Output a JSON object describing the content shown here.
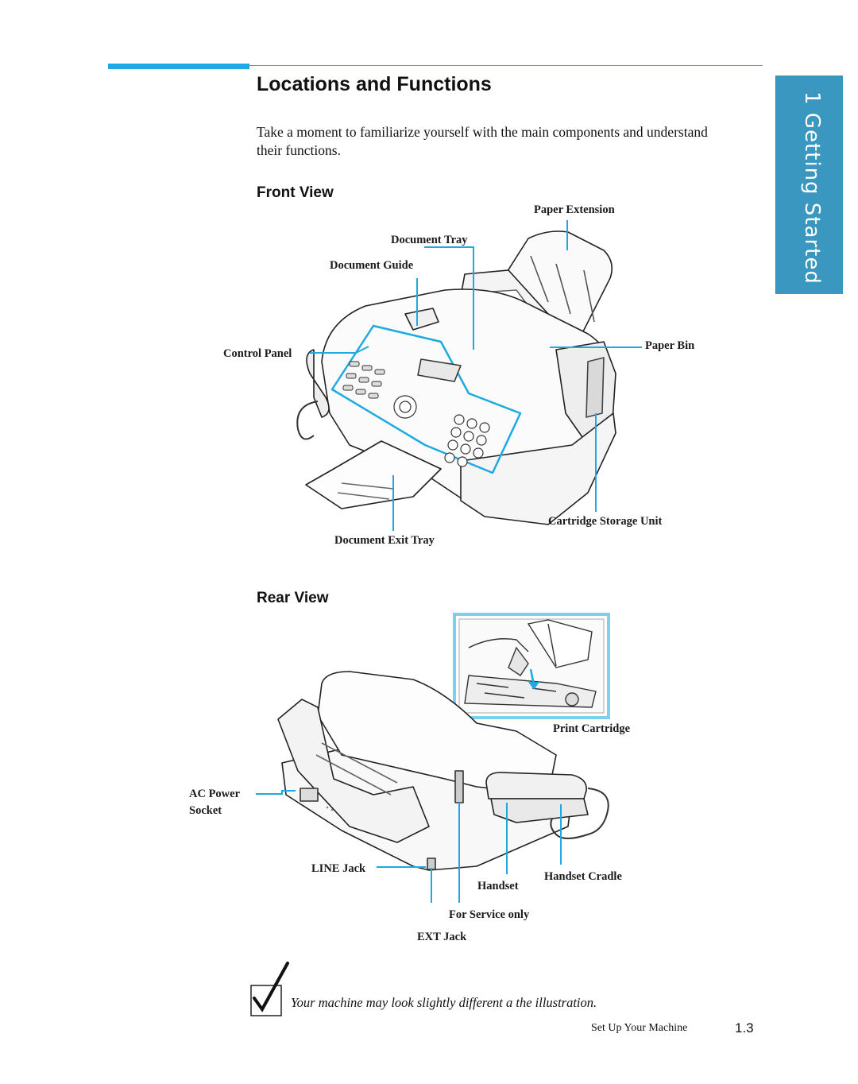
{
  "title": "Locations and Functions",
  "intro": "Take a moment to familiarize yourself with the main components and understand their functions.",
  "side_tab": "1 Getting Started",
  "front_view": {
    "heading": "Front View",
    "labels": {
      "paper_extension": "Paper Extension",
      "document_tray": "Document Tray",
      "document_guide": "Document Guide",
      "control_panel": "Control Panel",
      "paper_bin": "Paper Bin",
      "cartridge_storage_unit": "Cartridge Storage Unit",
      "document_exit_tray": "Document Exit Tray"
    }
  },
  "rear_view": {
    "heading": "Rear View",
    "labels": {
      "print_cartridge": "Print Cartridge",
      "ac_power": "AC Power",
      "socket": "Socket",
      "line_jack": "LINE Jack",
      "handset": "Handset",
      "handset_cradle": "Handset Cradle",
      "for_service_only": "For Service only",
      "ext_jack": "EXT Jack"
    }
  },
  "note": "Your machine may look slightly different a the illustration.",
  "footer": {
    "section": "Set Up Your Machine",
    "page": "1.3"
  },
  "colors": {
    "accent": "#1ea9e1",
    "tab": "#3a97c0"
  }
}
